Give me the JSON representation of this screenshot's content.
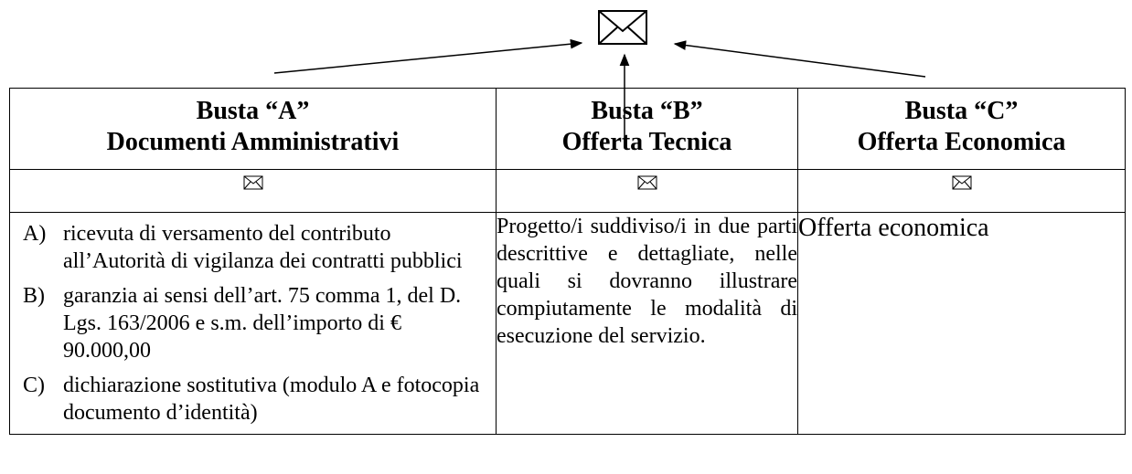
{
  "top_icon": "envelope-icon",
  "columns": [
    {
      "title": "Busta “A”",
      "subtitle": "Documenti Amministrativi",
      "icon": "envelope-icon",
      "items": [
        {
          "marker": "A)",
          "text": "ricevuta di versamento del contributo all’Autorità di vigilanza dei contratti pubblici"
        },
        {
          "marker": "B)",
          "text": "garanzia ai sensi dell’art. 75 comma 1, del D. Lgs. 163/2006 e s.m. dell’importo di € 90.000,00"
        },
        {
          "marker": "C)",
          "text": "dichiarazione sostitutiva (modulo A e fotocopia documento d’identità)"
        }
      ]
    },
    {
      "title": "Busta “B”",
      "subtitle": "Offerta Tecnica",
      "icon": "envelope-icon",
      "text": "Progetto/i suddiviso/i in due parti descrittive e dettagliate, nelle quali si dovranno illustrare compiutamente le modalità di esecuzione del servizio."
    },
    {
      "title": "Busta “C”",
      "subtitle": "Offerta Economica",
      "icon": "envelope-icon",
      "text": "Offerta economica"
    }
  ]
}
